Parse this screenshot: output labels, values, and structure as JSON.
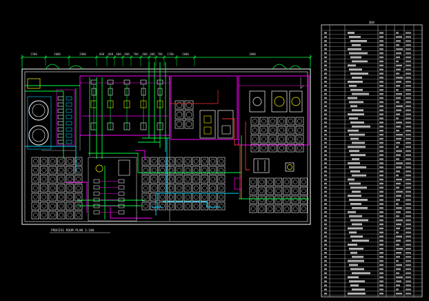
{
  "plan": {
    "dimensions": [
      "1500",
      "2000",
      "2800",
      "600",
      "600",
      "600",
      "600",
      "700",
      "600",
      "600",
      "700",
      "1700",
      "2000",
      "3800"
    ],
    "caption": "PROCESS ROOM PLAN 1:100"
  },
  "table": {
    "title": "图例"
  },
  "colors": {
    "background": "#000000",
    "wall": "#ffffff",
    "equipment": "#ff00ff",
    "cold_pipe": "#00ff40",
    "water_pipe": "#00d8ff",
    "hot_pipe": "#ff3030",
    "grid": "#e8e8e8"
  }
}
